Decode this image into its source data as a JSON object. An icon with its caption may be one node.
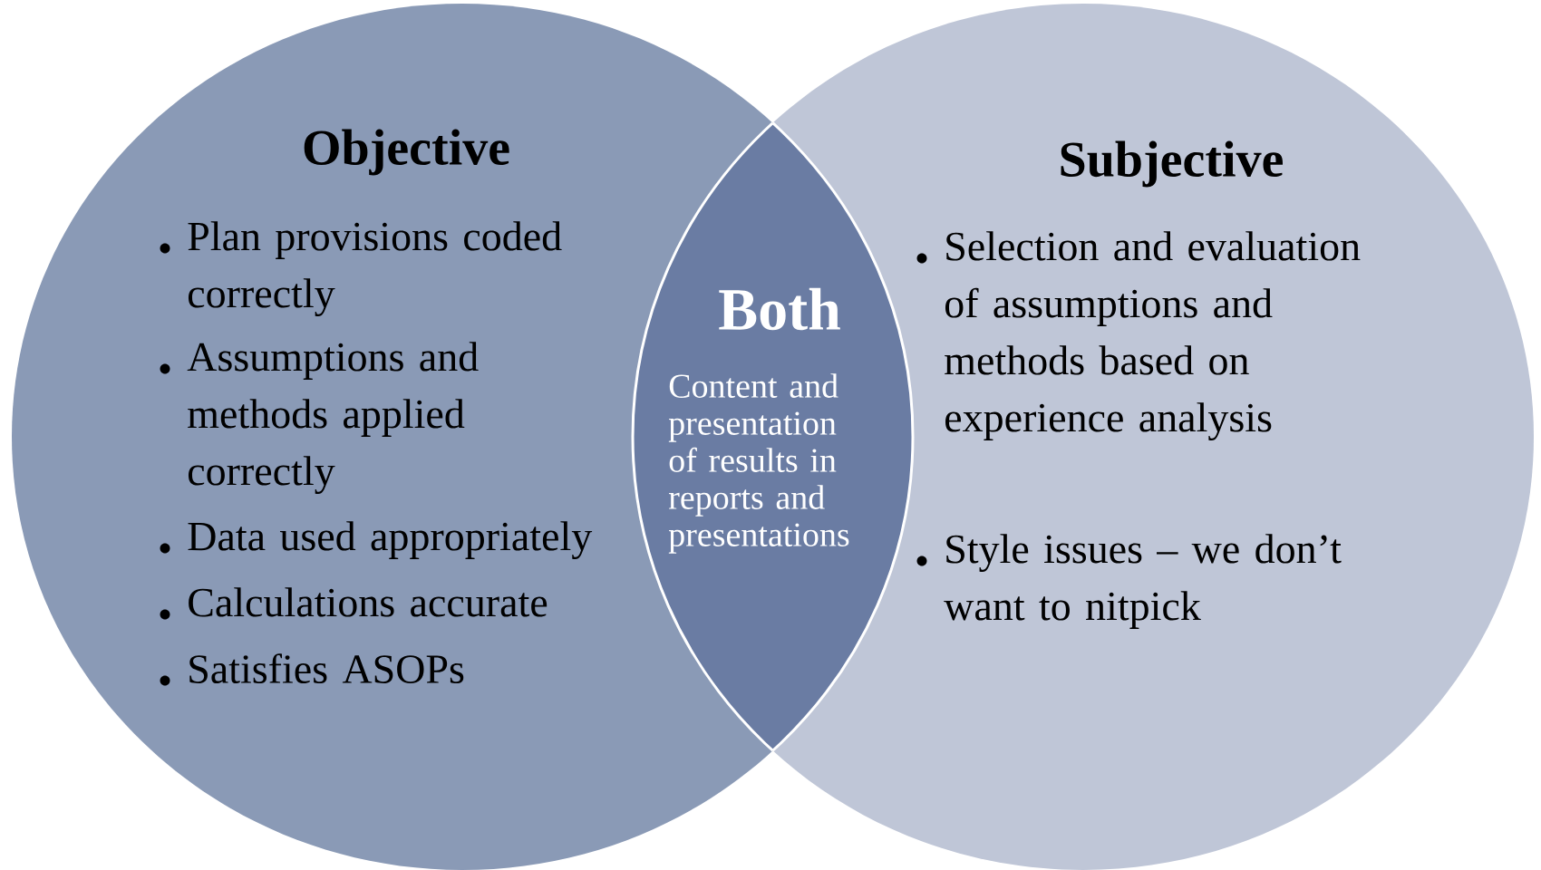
{
  "diagram": {
    "nodes": [
      {
        "text": [
          "Objective",
          "Plan provisions coded correctly",
          "Assumptions and methods applied correctly",
          "Data used appropriately",
          "Calculations accurate",
          "Satisfies ASOPs"
        ]
      },
      {
        "text": [
          "Subjective",
          "Selection and evaluation of assumptions and methods based on experience analysis",
          "Style issues – we don’t want to nitpick"
        ]
      },
      {
        "text": [
          "Both",
          "Content and presentation of results in reports and presentations"
        ]
      }
    ]
  }
}
